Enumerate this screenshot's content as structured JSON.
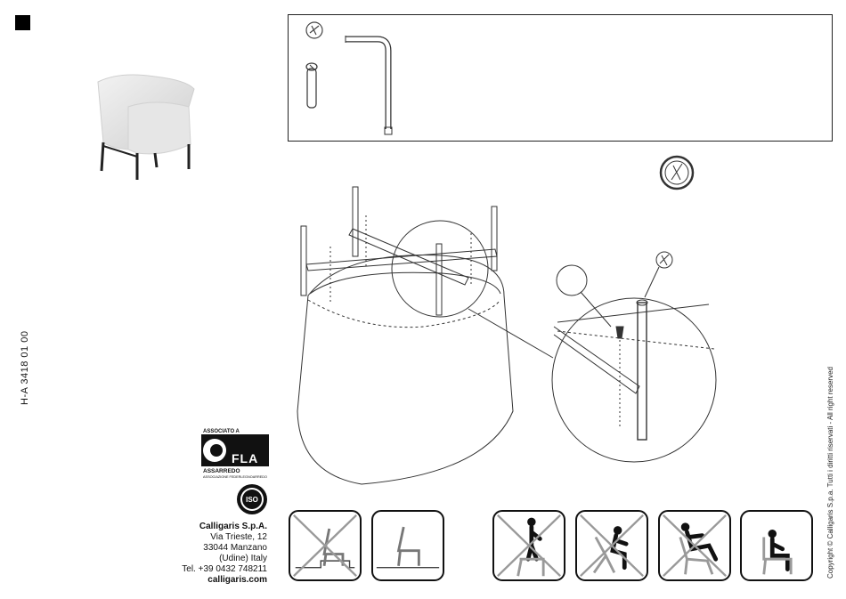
{
  "document": {
    "product_code": "H-A 3418 01 00",
    "copyright": "Copyright © Calligaris S.p.a.  Tutti i diritti riservati - All right reserved"
  },
  "company": {
    "name": "Calligaris S.p.A.",
    "street": "Via Trieste, 12",
    "city": "33044 Manzano",
    "region": "(Udine) Italy",
    "phone": "Tel. +39 0432 748211",
    "website": "calligaris.com"
  },
  "association_logo": {
    "caption_top": "ASSOCIATO A",
    "brand": "FLA",
    "name": "ASSARREDO",
    "subtitle": "ASSOCIAZIONE FEDERLEGNOARREDO"
  },
  "certification": {
    "label": "ISO"
  },
  "parts": {
    "items": [
      "bolt-screw-icon",
      "allen-key-icon",
      "tool-symbol-icon"
    ]
  },
  "usage_warnings": [
    {
      "id": "chair-on-step",
      "allowed": false
    },
    {
      "id": "chair-on-floor",
      "allowed": true
    },
    {
      "id": "standing-on-chair",
      "allowed": false
    },
    {
      "id": "leaning-forward",
      "allowed": false
    },
    {
      "id": "tilting-back",
      "allowed": false
    },
    {
      "id": "sitting-correctly",
      "allowed": true
    }
  ],
  "colors": {
    "ink": "#111111",
    "line": "#333333",
    "grey_warning": "#9a9a9a",
    "cross": "#8a8a8a"
  }
}
